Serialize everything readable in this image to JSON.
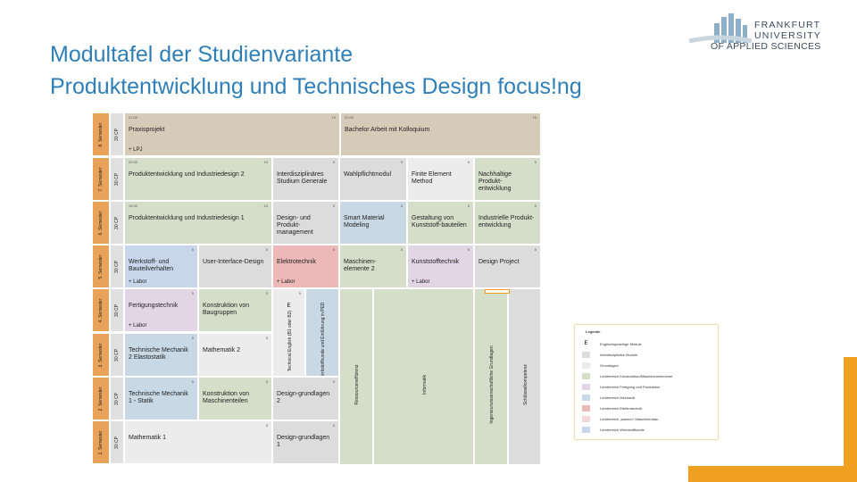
{
  "title": {
    "line1": "Modultafel der Studienvariante",
    "line2": "Produktentwicklung und Technisches Design focus!ng"
  },
  "logo": {
    "line1": "FRANKFURT",
    "line2": "UNIVERSITY",
    "line3": "OF APPLIED SCIENCES"
  },
  "colors": {
    "title": "#2e7fb8",
    "accent": "#f0a020",
    "bachelor": "#d6cbb8",
    "interdisciplinary": "#dcdcdc",
    "basics": "#ececec",
    "construction": "#d5dec9",
    "manufacturing": "#e2d6e6",
    "mechanics": "#c8d8e4",
    "electrical": "#ecb8b8",
    "warm": "#f3d8d8",
    "materials": "#c8d6ec",
    "semester": "#e8a25a",
    "cp": "#e0e0e0"
  },
  "semesters": [
    {
      "label": "8. Semester",
      "cp": "30 CP"
    },
    {
      "label": "7. Semester",
      "cp": "30 CP"
    },
    {
      "label": "6. Semester",
      "cp": "30 CP"
    },
    {
      "label": "5. Semester",
      "cp": "30 CP"
    },
    {
      "label": "4. Semester",
      "cp": "30 CP"
    },
    {
      "label": "3. Semester",
      "cp": "30 CP"
    },
    {
      "label": "2. Semester",
      "cp": "30 CP"
    },
    {
      "label": "1. Semester",
      "cp": "30 CP"
    }
  ],
  "modules": [
    {
      "name": "Praxisprojekt",
      "code": "21.00",
      "cp": "15",
      "lab": "+ LPJ",
      "color": "bachelor"
    },
    {
      "name": "Bachelor Arbeit mit Kolloquium",
      "code": "22.00",
      "cp": "15",
      "lab": "",
      "color": "bachelor"
    },
    {
      "name": "Produktentwicklung und Industriedesign 2",
      "code": "20.00",
      "cp": "10",
      "lab": "",
      "color": "construction"
    },
    {
      "name": "Interdisziplinäres Studium Generale",
      "code": "",
      "cp": "5",
      "lab": "",
      "color": "interdisciplinary"
    },
    {
      "name": "Wahlpflichtmodul",
      "code": "",
      "cp": "5",
      "lab": "",
      "color": "interdisciplinary"
    },
    {
      "name": "Finite Element Method",
      "code": "",
      "cp": "5",
      "lab": "",
      "color": "basics"
    },
    {
      "name": "Nachhaltige Produkt-entwicklung",
      "code": "",
      "cp": "5",
      "lab": "",
      "color": "construction"
    },
    {
      "name": "Produktentwicklung und Industriedesign 1",
      "code": "16.00",
      "cp": "10",
      "lab": "",
      "color": "construction"
    },
    {
      "name": "Design- und Produkt-management",
      "code": "",
      "cp": "5",
      "lab": "",
      "color": "interdisciplinary"
    },
    {
      "name": "Smart Material Modeling",
      "code": "",
      "cp": "5",
      "lab": "",
      "color": "mechanics"
    },
    {
      "name": "Gestaltung von Kunststoff-bauteilen",
      "code": "",
      "cp": "5",
      "lab": "",
      "color": "construction"
    },
    {
      "name": "Industrielle Produkt-entwicklung",
      "code": "",
      "cp": "5",
      "lab": "",
      "color": "construction"
    },
    {
      "name": "Werkstoff- und Bauteilverhalten",
      "code": "",
      "cp": "5",
      "lab": "+ Labor",
      "color": "materials"
    },
    {
      "name": "User-Interface-Design",
      "code": "",
      "cp": "5",
      "lab": "",
      "color": "interdisciplinary"
    },
    {
      "name": "Elektrotechnik",
      "code": "",
      "cp": "5",
      "lab": "+ Labor",
      "color": "electrical"
    },
    {
      "name": "Maschinen-elemente 2",
      "code": "",
      "cp": "5",
      "lab": "",
      "color": "construction"
    },
    {
      "name": "Kunststofftechnik",
      "code": "",
      "cp": "5",
      "lab": "+ Labor",
      "color": "manufacturing"
    },
    {
      "name": "Design Project",
      "code": "",
      "cp": "5",
      "lab": "",
      "color": "interdisciplinary"
    },
    {
      "name": "Fertigungstechnik",
      "code": "",
      "cp": "5",
      "lab": "+ Labor",
      "color": "manufacturing"
    },
    {
      "name": "Konstruktion von Baugruppen",
      "code": "",
      "cp": "5",
      "lab": "",
      "color": "construction"
    },
    {
      "name": "Technische Mechanik 2 Elastostatik",
      "code": "",
      "cp": "5",
      "lab": "",
      "color": "mechanics"
    },
    {
      "name": "Mathematik 2",
      "code": "",
      "cp": "5",
      "lab": "",
      "color": "basics"
    },
    {
      "name": "Technische Mechanik 1 - Statik",
      "code": "",
      "cp": "5",
      "lab": "",
      "color": "mechanics"
    },
    {
      "name": "Konstruktion von Maschinenteilen",
      "code": "",
      "cp": "5",
      "lab": "",
      "color": "construction"
    },
    {
      "name": "Design-grundlagen 2",
      "code": "",
      "cp": "5",
      "lab": "",
      "color": "interdisciplinary"
    },
    {
      "name": "Mathematik 1",
      "code": "",
      "cp": "5",
      "lab": "",
      "color": "basics"
    },
    {
      "name": "Design-grundlagen 1",
      "code": "",
      "cp": "5",
      "lab": "",
      "color": "interdisciplinary"
    }
  ],
  "vertical_modules": [
    {
      "name": "Technical English (B1 oder B2)",
      "code": "",
      "cp": "5",
      "mark": "E"
    },
    {
      "name": "Werkstoffkunde und Einführung in PED",
      "code": "",
      "cp": "",
      "mark": ""
    },
    {
      "name": "Ressourceneffizienz",
      "code": "",
      "cp": "",
      "mark": ""
    },
    {
      "name": "Informatik",
      "code": "",
      "cp": "",
      "mark": ""
    },
    {
      "name": "Ingenieurwissenschaftliche Grundlagen",
      "code": "",
      "cp": "",
      "mark": ""
    },
    {
      "name": "Schlüsselkompetenz",
      "code": "",
      "cp": "",
      "mark": ""
    }
  ],
  "legend": {
    "title": "Legende",
    "items": [
      {
        "mark": "E",
        "text": "Englischsprachige Module",
        "color": "none"
      },
      {
        "mark": "",
        "text": "Interdisziplinäre Module",
        "color": "interdisciplinary"
      },
      {
        "mark": "",
        "text": "Grundlagen",
        "color": "basics"
      },
      {
        "mark": "",
        "text": "Lehrbereich Konstruktion/Maschinenelemente",
        "color": "construction"
      },
      {
        "mark": "",
        "text": "Lehrbereich Fertigung und Produktion",
        "color": "manufacturing"
      },
      {
        "mark": "",
        "text": "Lehrbereich Mechanik",
        "color": "mechanics"
      },
      {
        "mark": "",
        "text": "Lehrbereich Elektrotechnik",
        "color": "electrical"
      },
      {
        "mark": "",
        "text": "Lehrbereich „warmer“ Maschinenbau",
        "color": "warm"
      },
      {
        "mark": "",
        "text": "Lehrbereich Werkstoffkunde",
        "color": "materials"
      }
    ]
  }
}
